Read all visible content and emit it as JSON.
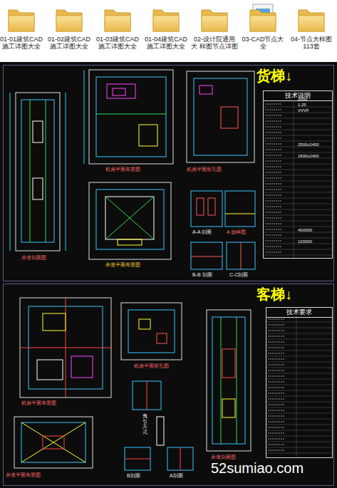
{
  "diagram": {
    "nodes": [
      {
        "text": [
          "货梯↓"
        ]
      },
      {
        "text": [
          "技术说明"
        ],
        "in": 0
      },
      {
        "text": [
          "客梯↓"
        ]
      },
      {
        "text": [
          "技术要求"
        ],
        "in": 2
      }
    ],
    "labels": [
      "01-01建筑CAD 施工详图大全",
      "01-02建筑CAD 施工详图大全",
      "01-03建筑CAD 施工详图大全",
      "01-04建筑CAD 施工详图大全",
      "02-设计院通用大 样图节点详图",
      "03-CAD节点大 全",
      "04-节点大样图 113套",
      "井道剖面图",
      "机房平面布置图",
      "机房平面留孔图",
      "A-A 剖面",
      "A 放样图",
      "井道平面布置图",
      "B-B 剖面",
      "C-C剖面",
      "2000",
      "1.25",
      "VVVF",
      "2500x2400",
      "1800x2400",
      "400000",
      "120000",
      "机房平面留孔图",
      "机房平面布置图",
      "曳引方式",
      "井道剖面图",
      "井道平面布置图",
      "B剖面",
      "A剖面",
      "52sumiao.com"
    ]
  }
}
